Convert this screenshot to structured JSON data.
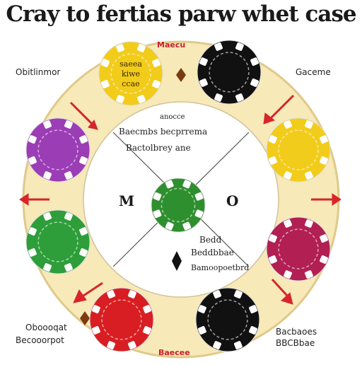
{
  "title": "Cray to fertias parw whet case",
  "labels": {
    "top_left": "Obitlinmor",
    "top_right": "Gaceme",
    "top_center": "Maecu",
    "center_top_a": "anocce",
    "center_top_b": "Baecmbs becprrema",
    "center_top_c": "Bactolbrey ane",
    "center_bottom_a": "Bedd",
    "center_bottom_b": "Beddbbae",
    "center_bottom_c": "Bamoopoetbrd",
    "bottom_left_a": "Oboooqat",
    "bottom_left_b": "Becooorpot",
    "bottom_center": "Baecee",
    "bottom_right_a": "Bacbaoes",
    "bottom_right_b": "BBCBbae",
    "left_letter": "M",
    "right_letter": "O"
  },
  "chips": [
    {
      "name": "chip-yellow-top",
      "color": "#f2cc1a",
      "text": [
        "saeea",
        "kiwe",
        "ccae"
      ]
    },
    {
      "name": "chip-black-top",
      "color": "#111111",
      "text": [
        "",
        "",
        ""
      ]
    },
    {
      "name": "chip-purple-left",
      "color": "#9b3db5",
      "text": [
        "",
        "",
        ""
      ]
    },
    {
      "name": "chip-yellow-right",
      "color": "#f2cc1a",
      "text": [
        "",
        "",
        ""
      ]
    },
    {
      "name": "chip-green-left",
      "color": "#2e9e3a",
      "text": [
        "",
        "",
        ""
      ]
    },
    {
      "name": "chip-magenta-right",
      "color": "#b21f52",
      "text": [
        "",
        "",
        ""
      ]
    },
    {
      "name": "chip-red-bottom",
      "color": "#d81e22",
      "text": [
        "",
        "",
        ""
      ]
    },
    {
      "name": "chip-black-bottom",
      "color": "#111111",
      "text": [
        "",
        "",
        ""
      ]
    },
    {
      "name": "chip-green-center",
      "color": "#2e8f2e",
      "text": [
        "",
        "",
        ""
      ]
    }
  ],
  "colors": {
    "ring": "#f7e9b8",
    "ring_stroke": "#e0c98a",
    "arrow": "#d8242a"
  }
}
